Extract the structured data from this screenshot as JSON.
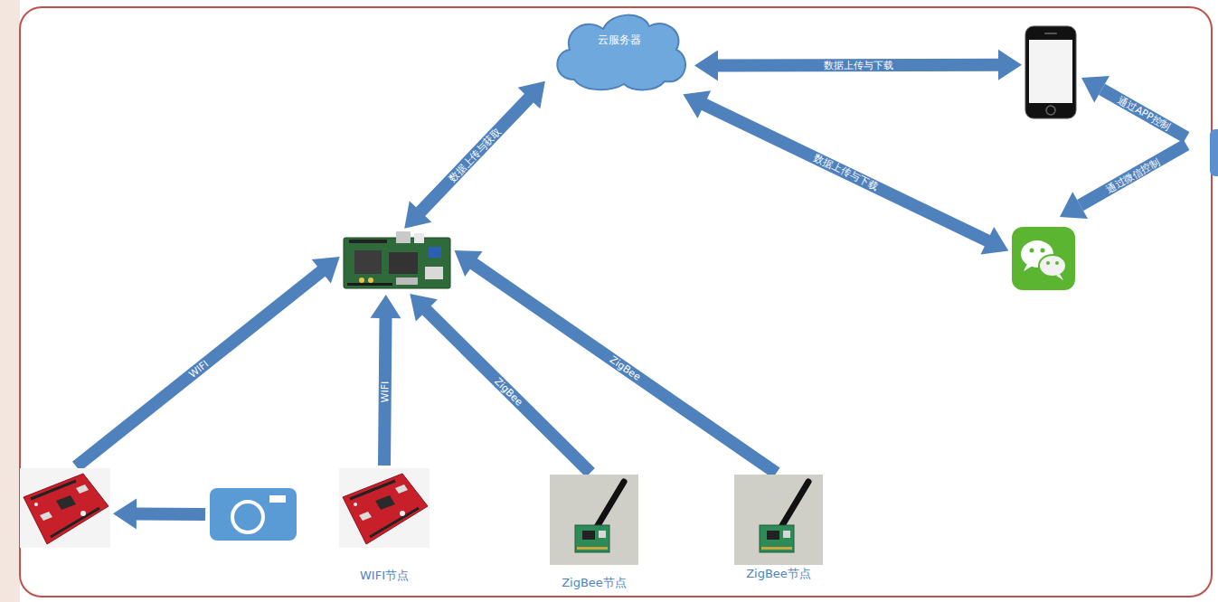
{
  "diagram": {
    "nodes": [
      {
        "text": [
          "云服务器"
        ]
      },
      {
        "text": []
      },
      {
        "text": []
      },
      {
        "text": []
      },
      {
        "text": []
      },
      {
        "text": []
      },
      {
        "text": [
          "WIFI节点"
        ]
      },
      {
        "text": [
          "ZigBee节点"
        ]
      },
      {
        "text": [
          "ZigBee节点"
        ]
      }
    ],
    "edges": [
      {
        "from": 0,
        "to": 2,
        "arrow": "both",
        "label": "数据上传与获取"
      },
      {
        "from": 0,
        "to": 1,
        "arrow": "both",
        "label": "数据上传与下载"
      },
      {
        "from": 0,
        "to": 3,
        "arrow": "both",
        "label": "数据上传与下载"
      },
      {
        "from": 4,
        "to": 2,
        "arrow": "to",
        "label": "WIFI"
      },
      {
        "from": 5,
        "to": 4,
        "arrow": "to"
      },
      {
        "from": 6,
        "to": 2,
        "arrow": "to",
        "label": "WIFI"
      },
      {
        "from": 7,
        "to": 2,
        "arrow": "to",
        "label": "ZigBee"
      },
      {
        "from": 8,
        "to": 2,
        "arrow": "to",
        "label": "ZigBee"
      }
    ],
    "labels": [
      "通过APP控制",
      "通过微信控制"
    ]
  }
}
